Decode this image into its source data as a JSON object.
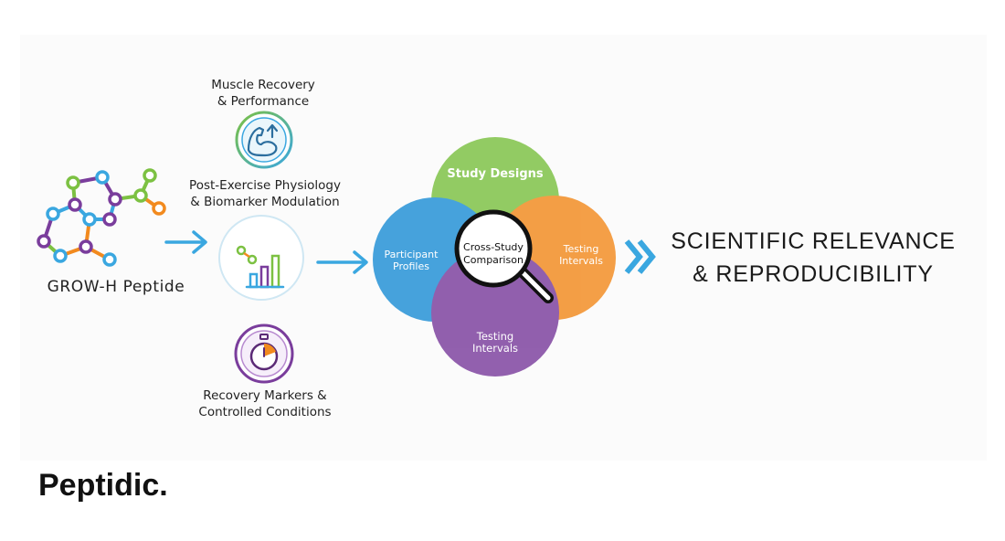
{
  "diagram": {
    "molecule_label": "GROW-H Peptide",
    "focus_areas": [
      {
        "label_line1": "Muscle Recovery",
        "label_line2": "& Performance",
        "icon": "muscle-flex-icon"
      },
      {
        "label_line1": "Post-Exercise Physiology",
        "label_line2": "& Biomarker Modulation",
        "icon": "biomarker-chart-icon"
      },
      {
        "label_line1": "Recovery Markers &",
        "label_line2": "Controlled Conditions",
        "icon": "stopwatch-icon"
      }
    ],
    "venn": {
      "top": "Study Designs",
      "left_line1": "Participant",
      "left_line2": "Profiles",
      "right_line1": "Testing",
      "right_line2": "Intervals",
      "bottom_line1": "Testing",
      "bottom_line2": "Intervals",
      "center_line1": "Cross-Study",
      "center_line2": "Comparison",
      "colors": {
        "top": "#7cc142",
        "left": "#1f8fd6",
        "right": "#f28a1e",
        "bottom": "#7a3d9c"
      }
    },
    "outcome_line1": "SCIENTIFIC RELEVANCE",
    "outcome_line2": "& REPRODUCIBILITY",
    "arrow_color": "#3aa7e0"
  },
  "brand": {
    "name": "Peptidic."
  }
}
